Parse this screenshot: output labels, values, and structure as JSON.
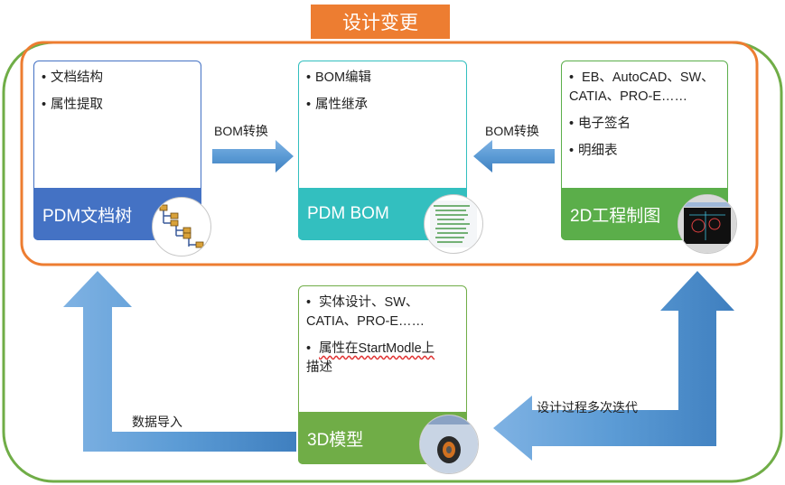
{
  "title": "设计变更",
  "cards": {
    "pdm_tree": {
      "items": [
        "文档结构",
        "属性提取"
      ],
      "banner": "PDM文档树",
      "color": "#4472C4",
      "thumb_icon": "tree-structure-icon"
    },
    "pdm_bom": {
      "items": [
        "BOM编辑",
        "属性继承"
      ],
      "banner": "PDM BOM",
      "color": "#33BFBF",
      "thumb_icon": "bom-list-screenshot-icon"
    },
    "drawing_2d": {
      "items": [
        [
          "EB、AutoCAD、SW、",
          "CATIA、PRO-E……"
        ],
        "电子签名",
        "明细表"
      ],
      "banner": "2D工程制图",
      "color": "#5BAE4A",
      "thumb_icon": "cad-drawing-screenshot-icon"
    },
    "model_3d": {
      "items": [
        [
          "实体设计、SW、",
          "CATIA、PRO-E……"
        ],
        [
          "属性在StartModle上",
          "描述"
        ]
      ],
      "banner": "3D模型",
      "color": "#70AD47",
      "thumb_icon": "3d-part-screenshot-icon"
    }
  },
  "arrows": {
    "tree_to_bom": "BOM转换",
    "drawing_to_bom": "BOM转换",
    "model_to_tree": "数据导入",
    "iteration": "设计过程多次迭代"
  },
  "colors": {
    "outer_green": "#70AD47",
    "inner_orange": "#ED7D31",
    "arrow_blue": "#5B9BD5"
  }
}
